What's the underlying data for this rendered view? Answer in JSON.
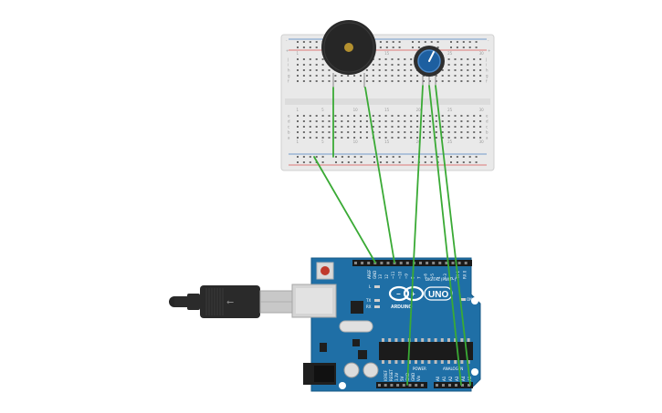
{
  "board": {
    "model": "UNO",
    "brand": "ARDUINO",
    "digital_header_label": "DIGITAL (PWM~)",
    "power_header_label": "POWER",
    "analog_header_label": "ANALOG IN",
    "on_label": "ON",
    "tx_label": "TX",
    "rx_label": "RX",
    "l_label": "L",
    "aref_label": "AREF",
    "gnd_label": "GND",
    "ioref_label": "IOREF",
    "reset_label": "RESET",
    "v33_label": "3.3V",
    "v5_label": "5V",
    "vin_label": "Vin",
    "digital_pins": [
      "13",
      "12",
      "~11",
      "~10",
      "~9",
      "8",
      "7",
      "~6",
      "~5",
      "4",
      "~3",
      "2",
      "TX 1",
      "RX 0"
    ],
    "analog_pins": [
      "A0",
      "A1",
      "A2",
      "A3",
      "A4",
      "A5"
    ]
  },
  "breadboard": {
    "row_letters_top": [
      "j",
      "i",
      "h",
      "g",
      "f"
    ],
    "row_letters_bottom": [
      "e",
      "d",
      "c",
      "b",
      "a"
    ],
    "column_count": 30,
    "column_labels": [
      "1",
      "5",
      "10",
      "15",
      "20",
      "25",
      "30"
    ]
  },
  "components": {
    "buzzer": "piezo-buzzer",
    "potentiometer": "potentiometer",
    "cable": "usb-cable"
  },
  "colors": {
    "board": "#1f6fa6",
    "board_dark": "#175985",
    "wire": "#3aaa35",
    "breadboard": "#e9e9e9",
    "rail_red": "#d9534f",
    "rail_blue": "#4a7fc1"
  }
}
